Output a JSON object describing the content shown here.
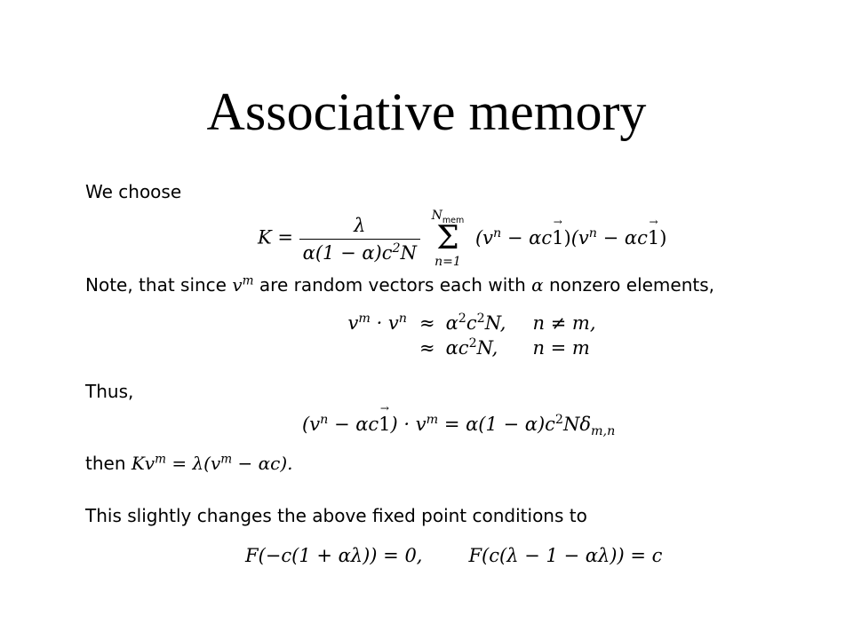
{
  "slide": {
    "title": "Associative memory",
    "line1": "We choose",
    "eq_K": {
      "lhs": "K =",
      "frac_num": "λ",
      "frac_den_a": "α(1 − α)c",
      "frac_den_sup": "2",
      "frac_den_b": "N",
      "sum_upper_var": "N",
      "sum_upper_sub": "mem",
      "sum_lower": "n=1",
      "sigma": "Σ",
      "term_open": "(v",
      "term_sup": "n",
      "term_mid": " − αc",
      "term_vec": "1",
      "term_close": ")",
      "term2_open": "(v",
      "term2_sup": "n",
      "term2_mid": " − αc",
      "term2_vec": "1",
      "term2_close": ")"
    },
    "line2_a": "Note, that since ",
    "line2_v": "v",
    "line2_sup": "m",
    "line2_b": " are random vectors each with ",
    "line2_alpha": "α",
    "line2_c": " nonzero elements,",
    "align": {
      "lhs_v1": "v",
      "lhs_sup1": "m",
      "lhs_dot": " · v",
      "lhs_sup2": "n",
      "op1": "≈",
      "rhs1_a": "α",
      "rhs1_sup_a": "2",
      "rhs1_b": "c",
      "rhs1_sup_b": "2",
      "rhs1_c": "N,",
      "cond1": "n ≠ m,",
      "op2": "≈",
      "rhs2_a": "αc",
      "rhs2_sup": "2",
      "rhs2_b": "N,",
      "cond2": "n = m"
    },
    "line3": "Thus,",
    "eq_thus": {
      "a": "(v",
      "sup_n": "n",
      "b": " − αc",
      "vec": "1",
      "c": ") · v",
      "sup_m": "m",
      "d": " = α(1 − α)c",
      "sup_2": "2",
      "e": "Nδ",
      "sub": "m,n"
    },
    "line4_text": "then ",
    "line4_eq_a": "Kv",
    "line4_eq_sup": "m",
    "line4_eq_b": " = λ(v",
    "line4_eq_sup2": "m",
    "line4_eq_c": " − αc).",
    "line5": "This slightly changes the above fixed point conditions to",
    "eq_fixed": {
      "left": "F(−c(1 + αλ)) = 0,",
      "right": "F(c(λ − 1 − αλ)) = c"
    }
  }
}
